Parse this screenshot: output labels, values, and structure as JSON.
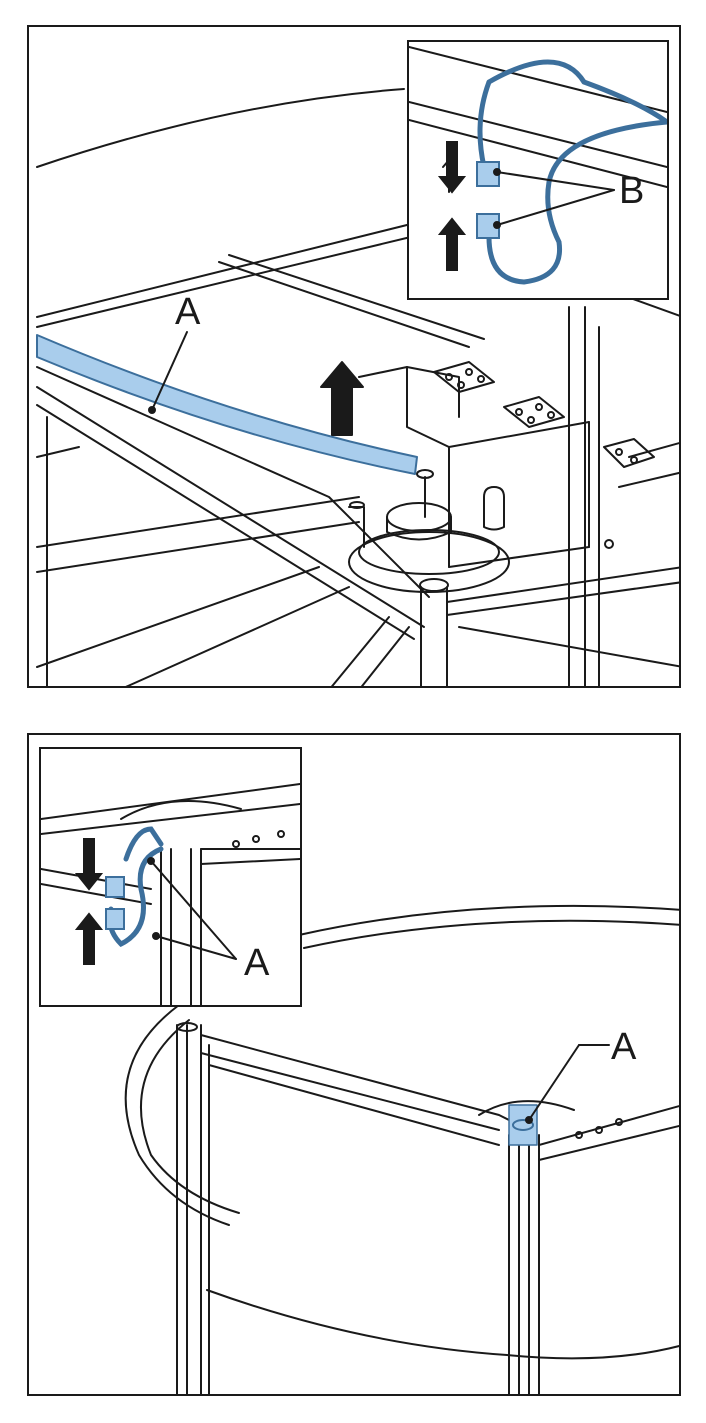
{
  "figure_top": {
    "callout_main": "A",
    "inset_callout": "B"
  },
  "figure_bottom": {
    "callout_main": "A",
    "inset_callout": "A"
  },
  "colors": {
    "line": "#1a1a1a",
    "accent_fill": "#a9cdec",
    "accent_stroke": "#3c6f9c"
  }
}
